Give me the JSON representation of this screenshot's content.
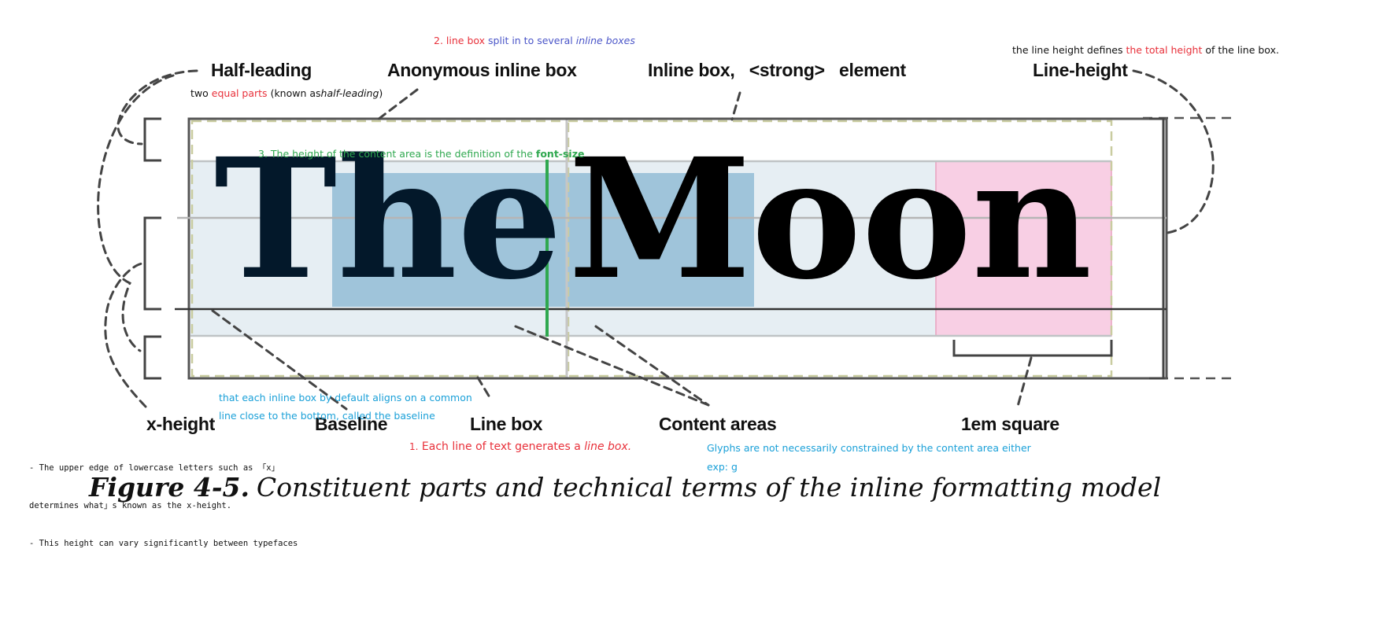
{
  "diagram": {
    "words": {
      "first": "The",
      "second": "Moon"
    },
    "labels": {
      "half_leading": "Half-leading",
      "anonymous_inline_box": "Anonymous inline box",
      "inline_box_element_a": "Inline box,",
      "inline_box_element_b": "<strong>",
      "inline_box_element_c": "element",
      "line_height": "Line-height",
      "x_height": "x-height",
      "baseline": "Baseline",
      "line_box": "Line box",
      "content_areas": "Content areas",
      "em_square": "1em square"
    },
    "notes": {
      "line_box_split": {
        "num": "2.",
        "a": "line box",
        "b": "split in to several",
        "c": "inline boxes"
      },
      "line_height_def": {
        "a": "the line height defines",
        "b": "the total height",
        "c": "of the line box."
      },
      "half_leading_def": {
        "a": "two",
        "b": "equal parts",
        "c": "(known as",
        "d": "half-leading",
        "e": ")"
      },
      "content_area_def": {
        "a": "3. The height of the content area is the definition of the",
        "b": "font-size"
      },
      "baseline_def": {
        "line1": "that each inline box by default aligns on a common",
        "line2": "line close to the bottom, called the baseline"
      },
      "line_box_def": {
        "num": "1.",
        "a": "Each line of text generates a",
        "b": "line box."
      },
      "glyphs_def": {
        "line1": "Glyphs are not necessarily constrained by the content area either",
        "line2": "exp:  g"
      },
      "x_height_def": {
        "line1": "- The upper edge of lowercase letters such as 「x」",
        "line2": "determines what」s known as the x-height.",
        "line3": "- This height can vary significantly between typefaces"
      }
    },
    "colors": {
      "content_area_fill": "#e6eef3",
      "inline_box_fill": "#9fc4da",
      "em_square_fill": "#f8cfe4",
      "accent_green": "#2fa84f",
      "dashed_box": "#c9cca0"
    }
  },
  "caption": {
    "number": "Figure 4-5.",
    "text": "Constituent parts and technical terms of the inline formatting model"
  }
}
